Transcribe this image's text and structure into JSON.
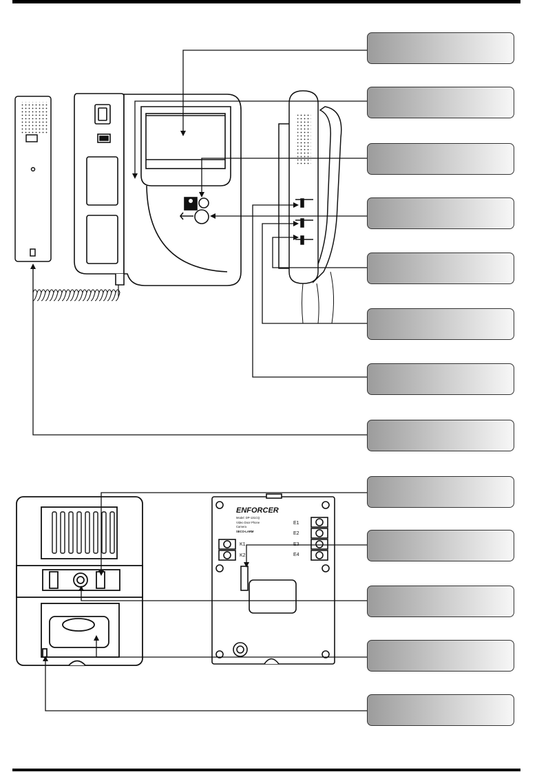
{
  "plate": {
    "brand": "ENFORCER",
    "model": "Model: DP-131CQ",
    "product": "Video Door Phone",
    "product2": "Camera",
    "maker": "SECO-LARM",
    "terminals_left": [
      "K1",
      "K2"
    ],
    "terminals_right": [
      "E1",
      "E2",
      "E3",
      "E4"
    ]
  },
  "callouts": [
    "",
    "",
    "",
    "",
    "",
    "",
    "",
    "",
    "",
    "",
    "",
    "",
    ""
  ]
}
